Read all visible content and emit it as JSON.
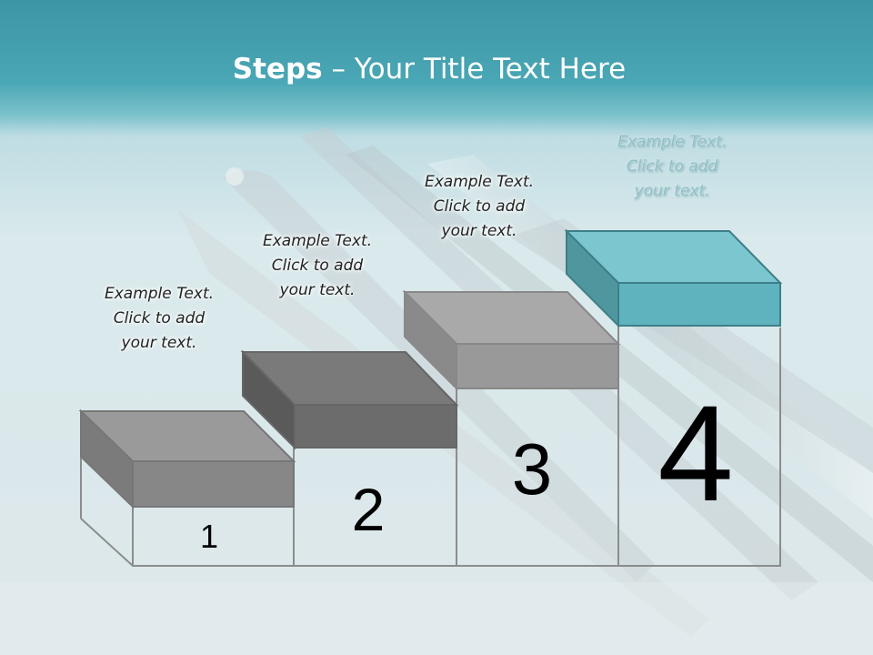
{
  "slide": {
    "title_bold": "Steps",
    "title_rest": " – Your Title Text Here"
  },
  "steps": [
    {
      "number": "1",
      "text_lines": [
        "Example Text.",
        "Click  to add",
        "your text."
      ]
    },
    {
      "number": "2",
      "text_lines": [
        "Example Text.",
        "Click  to add",
        "your text."
      ]
    },
    {
      "number": "3",
      "text_lines": [
        "Example Text.",
        "Click  to add",
        "your text."
      ]
    },
    {
      "number": "4",
      "text_lines": [
        "Example Text.",
        "Click  to add",
        "your text."
      ]
    }
  ],
  "colors": {
    "header": "#4aa7b5",
    "block_gray": "#8a8a8a",
    "block_teal": "#5fb3bf",
    "outline": "#8c8c8c"
  }
}
